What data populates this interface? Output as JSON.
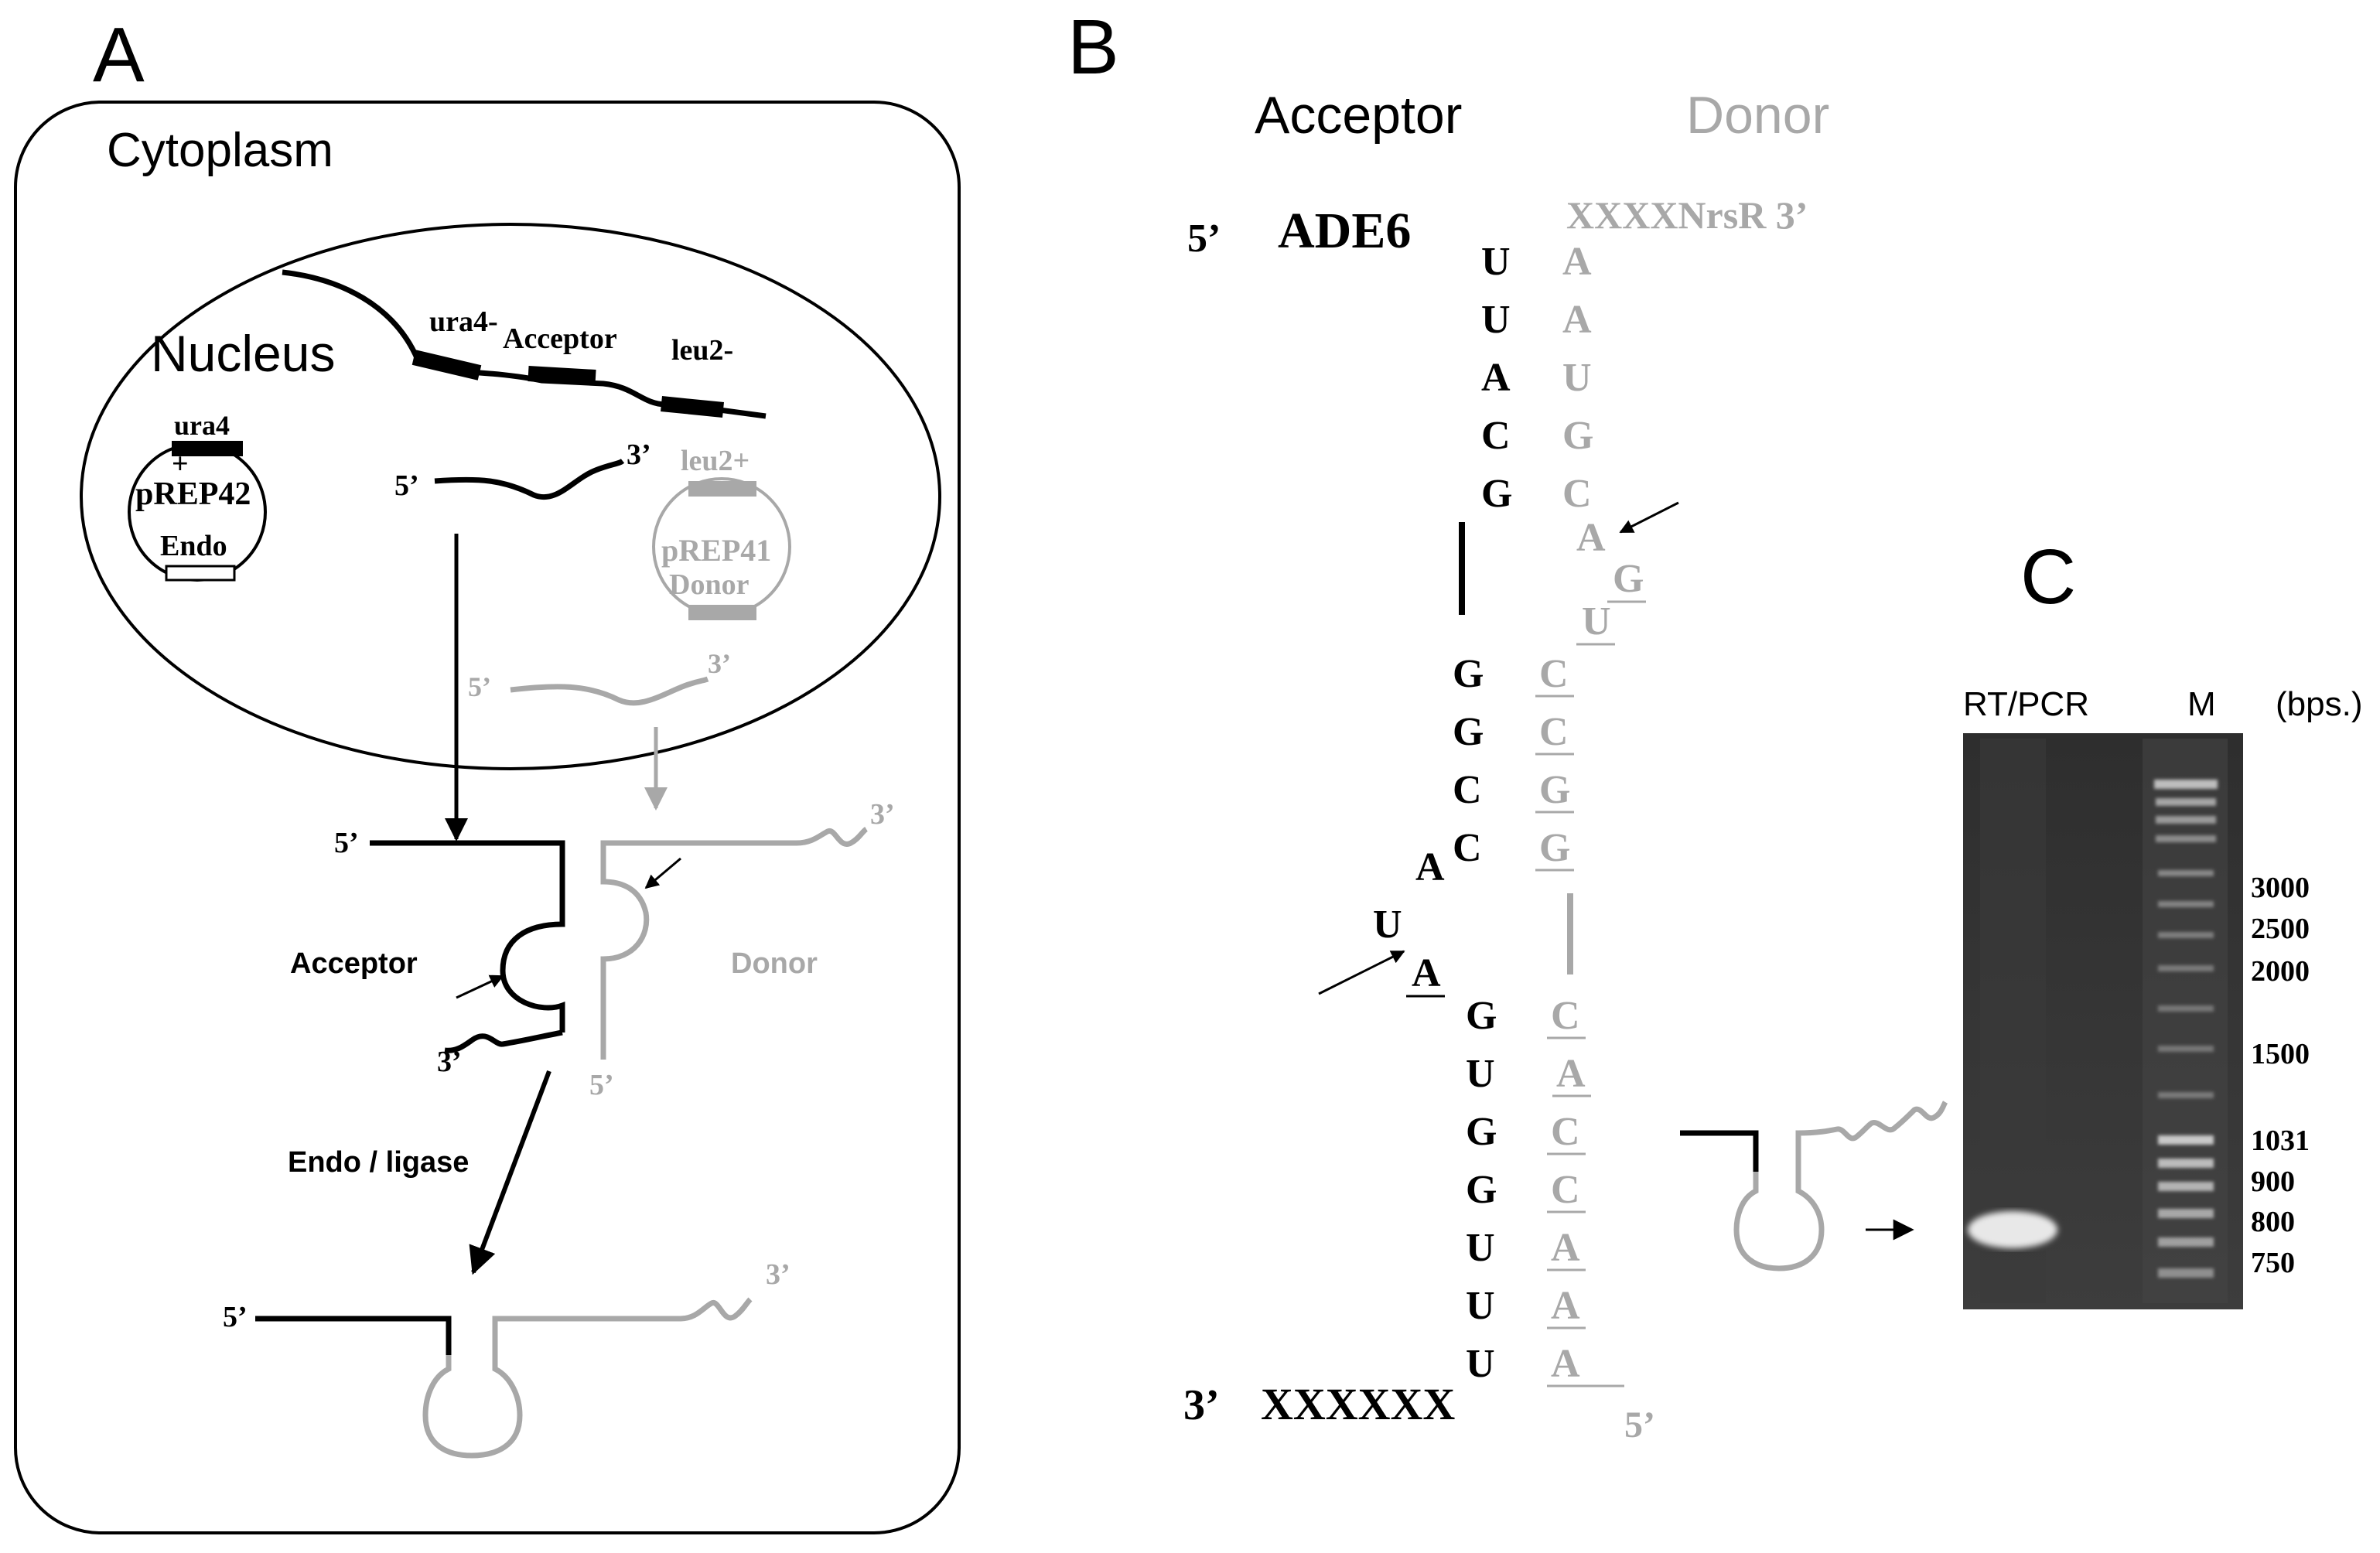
{
  "colors": {
    "black": "#000000",
    "gray": "#a8a8a8",
    "gel_bg": "#3a3a3a",
    "gel_band": "#e8e8e8"
  },
  "panelA": {
    "label": "A",
    "cytoplasm": "Cytoplasm",
    "nucleus": "Nucleus",
    "genome": {
      "ura4": "ura4-",
      "acceptor": "Acceptor",
      "leu2": "leu2-"
    },
    "plasmid1": {
      "gene_top": "ura4",
      "plus": "+",
      "name": "pREP42",
      "insert": "Endo"
    },
    "plasmid2": {
      "gene_top": "leu2+",
      "name": "pREP41",
      "insert": "Donor"
    },
    "acceptor_rna": {
      "five": "5’",
      "three": "3’"
    },
    "donor_rna": {
      "five": "5’",
      "three": "3’"
    },
    "complex": {
      "five_acc": "5’",
      "three_acc": "3’",
      "three_don": "3’",
      "five_don": "5’",
      "acceptor": "Acceptor",
      "donor": "Donor"
    },
    "step": "Endo / ligase",
    "product": {
      "five": "5’",
      "three": "3’"
    }
  },
  "panelB": {
    "label": "B",
    "acceptor": "Acceptor",
    "donor": "Donor",
    "top_left_5": "5’",
    "ade6": "ADE6",
    "donor_top": "XXXXNrsR 3’",
    "bottom_left_3": "3’",
    "bottom_seq": "XXXXXX",
    "bottom_right_5": "5’",
    "acc_upper": [
      "U",
      "U",
      "A",
      "C",
      "G"
    ],
    "don_upper": [
      "A",
      "A",
      "U",
      "G",
      "C"
    ],
    "don_bulge": [
      "A",
      "G",
      "U"
    ],
    "acc_mid": [
      "G",
      "G",
      "C",
      "C"
    ],
    "don_mid": [
      "C",
      "C",
      "G",
      "G"
    ],
    "acc_bulge": [
      "A",
      "U",
      "A"
    ],
    "acc_lower": [
      "G",
      "U",
      "G",
      "G",
      "U",
      "U",
      "U"
    ],
    "don_lower": [
      "C",
      "A",
      "C",
      "C",
      "A",
      "A",
      "A"
    ]
  },
  "panelC": {
    "label": "C",
    "lane1": "RT/PCR",
    "lane2": "M",
    "unit": "(bps.)",
    "ladder": [
      "3000",
      "2500",
      "2000",
      "1500",
      "1031",
      "900",
      "800",
      "750"
    ]
  }
}
